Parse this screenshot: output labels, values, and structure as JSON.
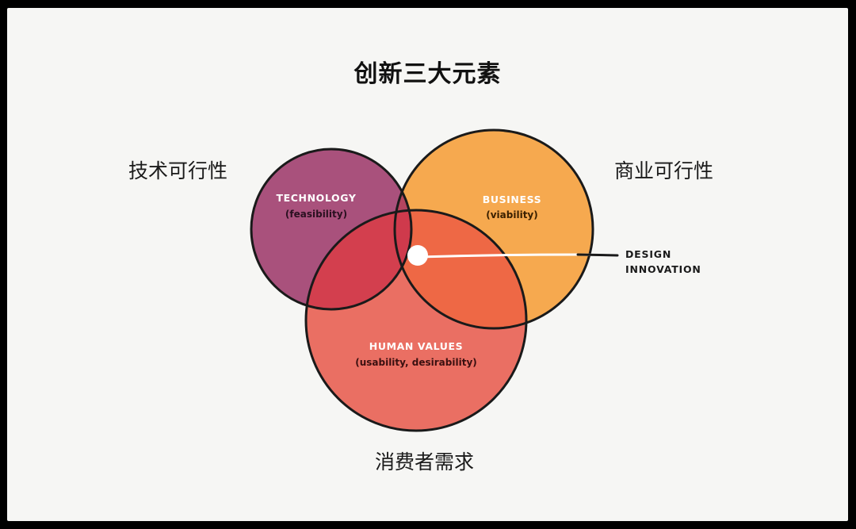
{
  "title": "创新三大元素",
  "labels_cn": {
    "technology": "技术可行性",
    "business": "商业可行性",
    "human": "消费者需求"
  },
  "circles": {
    "technology": {
      "title": "TECHNOLOGY",
      "subtitle": "(feasibility)",
      "color": "#a9517c"
    },
    "business": {
      "title": "BUSINESS",
      "subtitle": "(viability)",
      "color": "#f6a94f"
    },
    "human": {
      "title": "HUMAN VALUES",
      "subtitle": "(usability, desirability)",
      "color": "#ea6f63"
    }
  },
  "overlap_colors": {
    "tech_business": "#b4455f",
    "tech_human": "#d33f4e",
    "business_human": "#ee6845",
    "center": "#cf3a4c"
  },
  "callout": {
    "line1": "DESIGN",
    "line2": "INNOVATION"
  },
  "colors": {
    "background": "#f6f6f4",
    "outline": "#1a1a1a"
  }
}
